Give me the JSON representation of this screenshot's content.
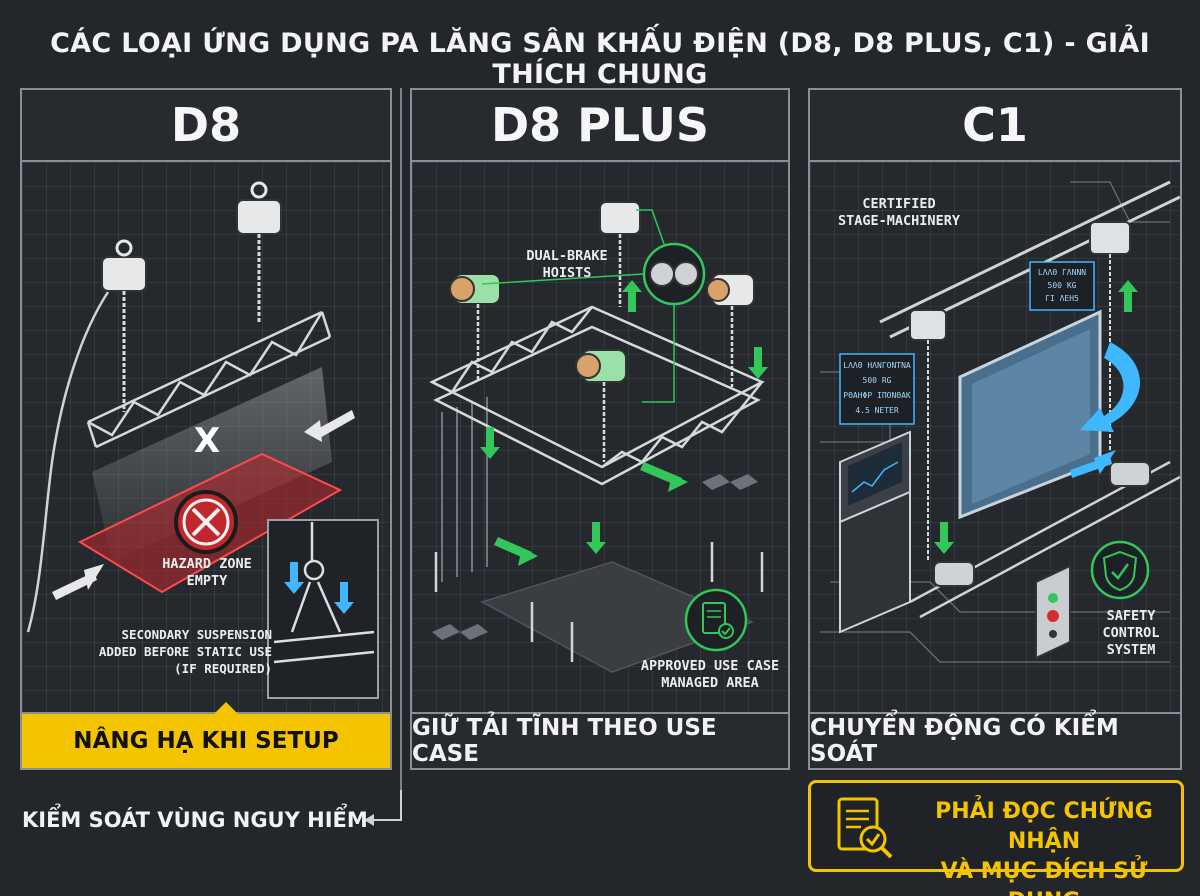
{
  "title": "CÁC LOẠI ỨNG DỤNG PA LĂNG SÂN KHẤU ĐIỆN (D8, D8 PLUS, C1) - GIẢI THÍCH CHUNG",
  "colors": {
    "accent_yellow": "#f5c400",
    "hazard_red": "#c0282d",
    "accent_green": "#33c65a",
    "accent_blue": "#3fb8ff",
    "background": "#23272c"
  },
  "panels": {
    "d8": {
      "header": "D8",
      "hazard_mark": "X",
      "hazard_label_1": "HAZARD ZONE",
      "hazard_label_2": "EMPTY",
      "secondary_1": "SECONDARY SUSPENSION",
      "secondary_2": "ADDED BEFORE STATIC USE",
      "secondary_3": "(IF REQUIRED)",
      "footer": "NÂNG HẠ KHI SETUP"
    },
    "d8plus": {
      "header": "D8 PLUS",
      "brake_1": "DUAL-BRAKE",
      "brake_2": "HOISTS",
      "approved_1": "APPROVED USE CASE",
      "approved_2": "MANAGED AREA",
      "footer": "GIỮ TẢI TĨNH THEO USE CASE"
    },
    "c1": {
      "header": "C1",
      "certified_1": "CERTIFIED",
      "certified_2": "STAGE-MACHINERY",
      "load_a_1": "LΛΛΘ ΓΛΝΝΝ",
      "load_a_2": "500 KG",
      "load_a_3": "ΓΙ ΛΕΗ5",
      "load_b_1": "LΛΛΘ ΗΛΝΓΟΝΤΝΑ",
      "load_b_2": "500 RG",
      "load_b_3": "ΡΘΑΗΦΡ ΙΠΟΝΘΑΚ",
      "load_b_4": "4.5 NETER",
      "safety_1": "SAFETY",
      "safety_2": "CONTROL",
      "safety_3": "SYSTEM",
      "footer": "CHUYỂN ĐỘNG CÓ KIỂM SOÁT"
    }
  },
  "bottom_caption": "KIỂM SOÁT VÙNG NGUY HIỂM",
  "certificate_note": {
    "line_1": "PHẢI ĐỌC CHỨNG NHẬN",
    "line_2": "VÀ MỤC ĐÍCH SỬ DỤNG"
  },
  "icons": [
    "hoist-icon",
    "truss-icon",
    "hazard-x-icon",
    "arrow-icon",
    "brake-disc-icon",
    "document-check-icon",
    "shield-check-icon",
    "control-panel-icon",
    "winch-icon",
    "screen-icon",
    "certificate-icon"
  ]
}
